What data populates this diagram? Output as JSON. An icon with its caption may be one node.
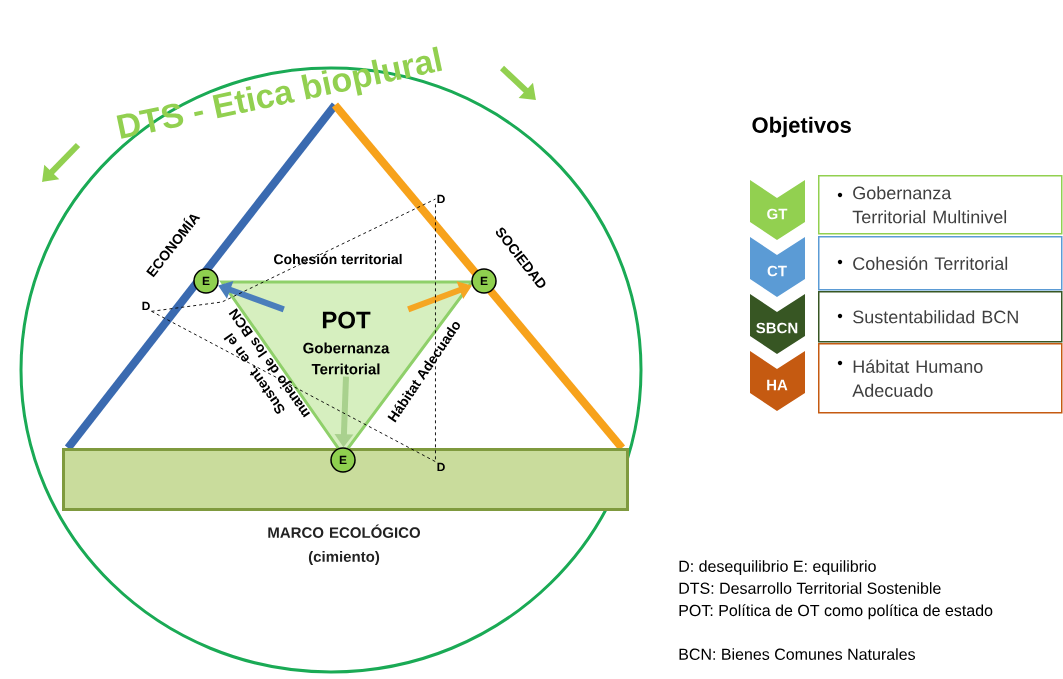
{
  "diagram": {
    "title": "DTS - Etica bioplural",
    "nodes": [
      {
        "text": [
          "MARCO ECOLÓGICO (cimiento)"
        ]
      },
      {
        "text": [
          "POT",
          "Gobernanza Territorial"
        ]
      },
      {
        "text": [
          "E"
        ]
      },
      {
        "text": [
          "E"
        ]
      },
      {
        "text": [
          "E"
        ],
        "in": 0
      },
      {
        "text": [
          "D"
        ]
      },
      {
        "text": [
          "D"
        ]
      },
      {
        "text": [
          "D"
        ],
        "in": 0
      },
      {
        "text": [
          "GT"
        ]
      },
      {
        "text": [
          "Gobernanza Territorial Multinivel"
        ]
      },
      {
        "text": [
          "CT"
        ]
      },
      {
        "text": [
          "Cohesión Territorial"
        ]
      },
      {
        "text": [
          "SBCN"
        ]
      },
      {
        "text": [
          "Sustentabilidad BCN"
        ]
      },
      {
        "text": [
          "HA"
        ]
      },
      {
        "text": [
          "Hábitat Humano Adecuado"
        ]
      }
    ],
    "edges": [
      {
        "from": 1,
        "to": 2,
        "arrow": "to",
        "style": "thick",
        "color": "#4a7ebb"
      },
      {
        "from": 1,
        "to": 3,
        "arrow": "to",
        "style": "thick",
        "color": "#f5a623"
      },
      {
        "from": 1,
        "to": 4,
        "arrow": "to",
        "style": "thick",
        "color": "#a9d18e"
      },
      {
        "from": 5,
        "to": 6,
        "arrow": "none",
        "style": "dashed"
      },
      {
        "from": 5,
        "to": 7,
        "arrow": "none",
        "style": "dashed"
      },
      {
        "from": 6,
        "to": 7,
        "arrow": "none",
        "style": "dashed"
      }
    ],
    "labels": [
      "ECONOMÍA",
      "SOCIEDAD",
      "Cohesión territorial",
      "Sustent. en el manejo de los BCN",
      "Hábitat Adecuado",
      "Objetivos",
      "D: desequilibrio E: equilibrio",
      "DTS: Desarrollo Territorial Sostenible",
      "POT: Política de OT como política de estado",
      "BCN: Bienes Comunes Naturales"
    ]
  }
}
